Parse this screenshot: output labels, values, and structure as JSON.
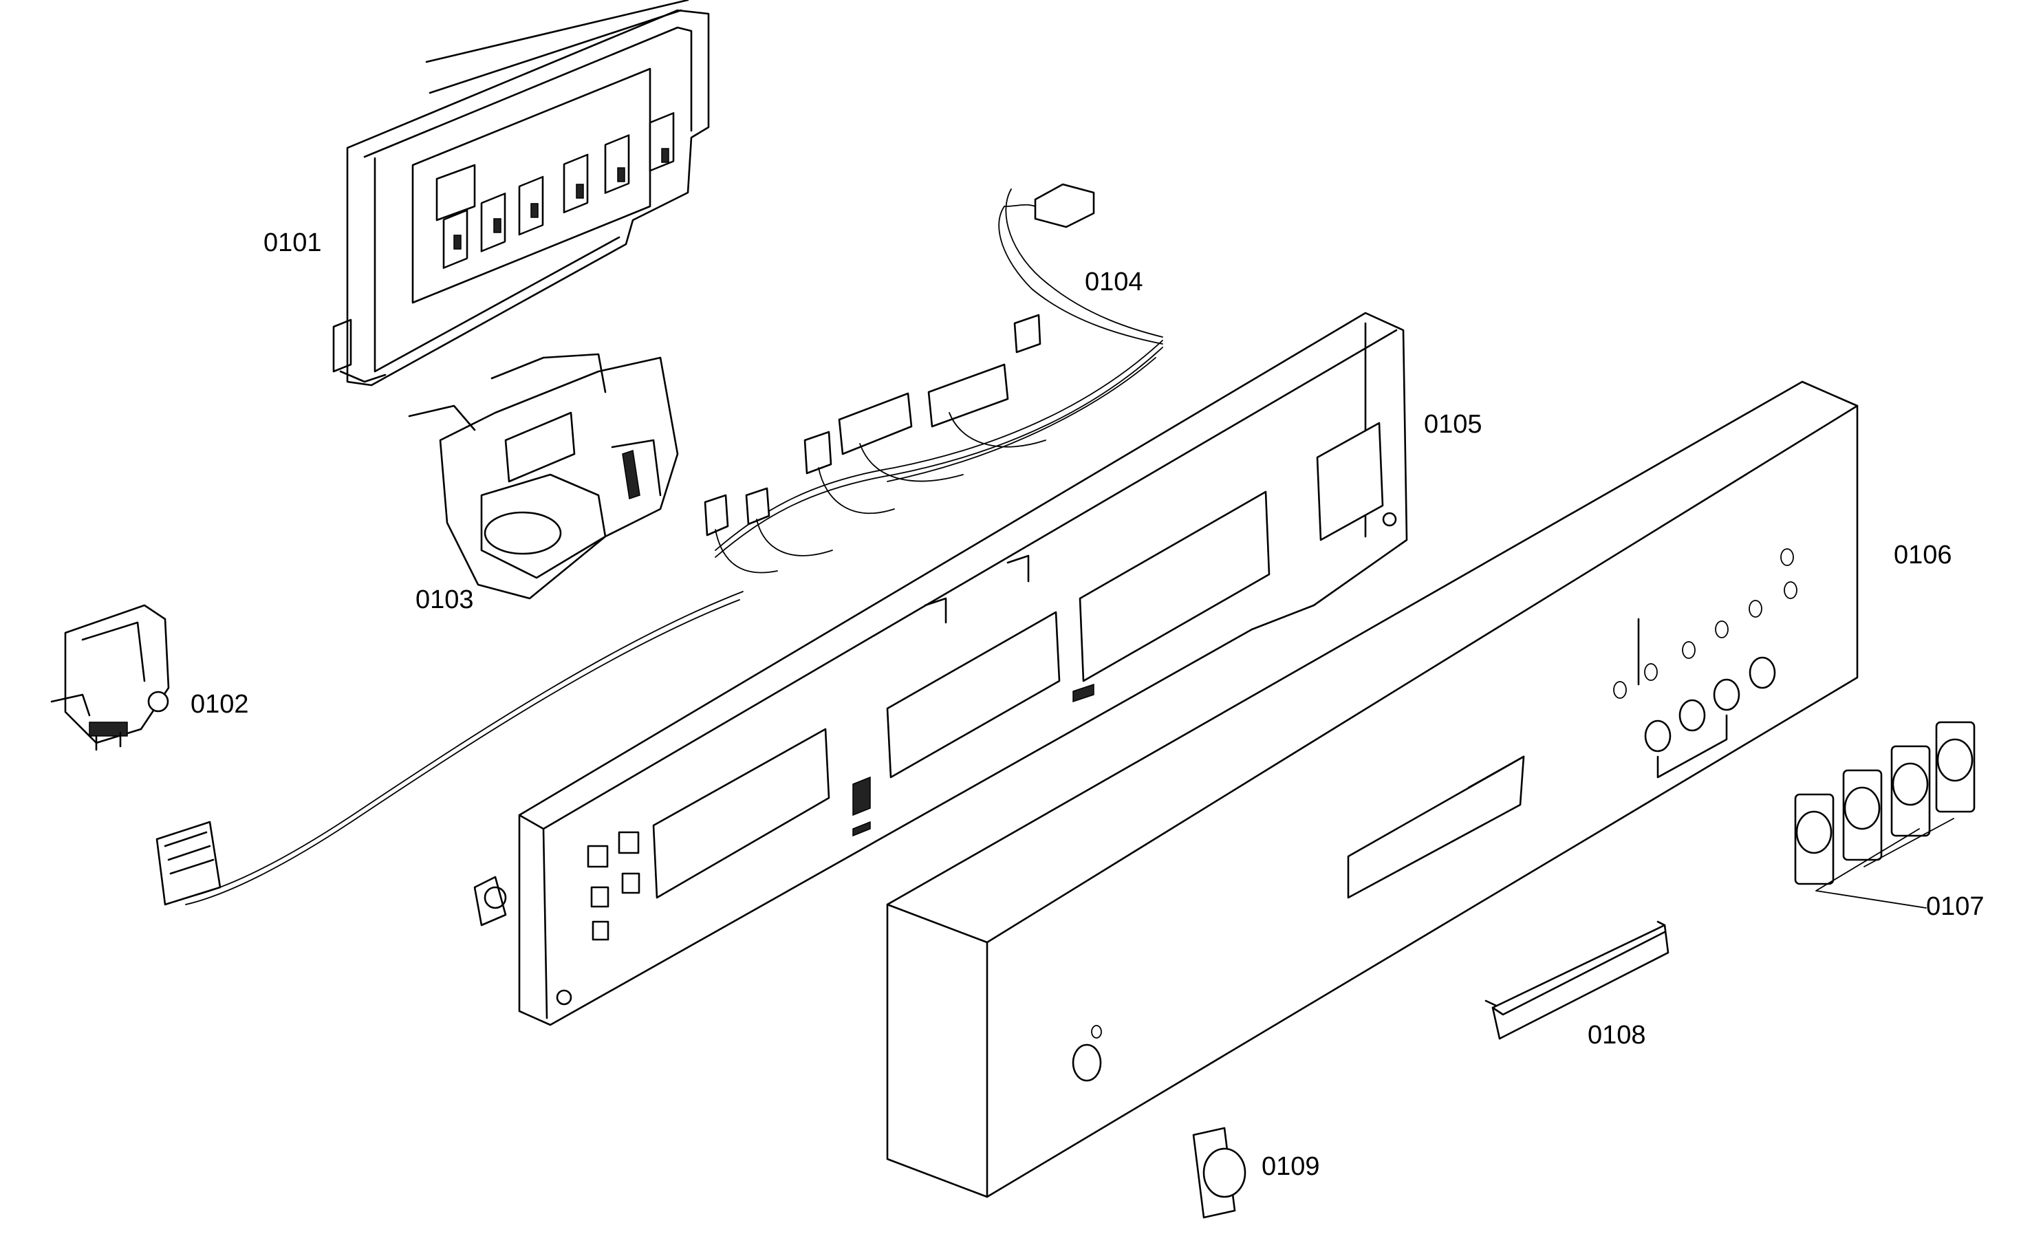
{
  "parts": [
    {
      "id": "0101"
    },
    {
      "id": "0102"
    },
    {
      "id": "0103"
    },
    {
      "id": "0104"
    },
    {
      "id": "0105"
    },
    {
      "id": "0106"
    },
    {
      "id": "0107"
    },
    {
      "id": "0108"
    },
    {
      "id": "0109"
    }
  ]
}
